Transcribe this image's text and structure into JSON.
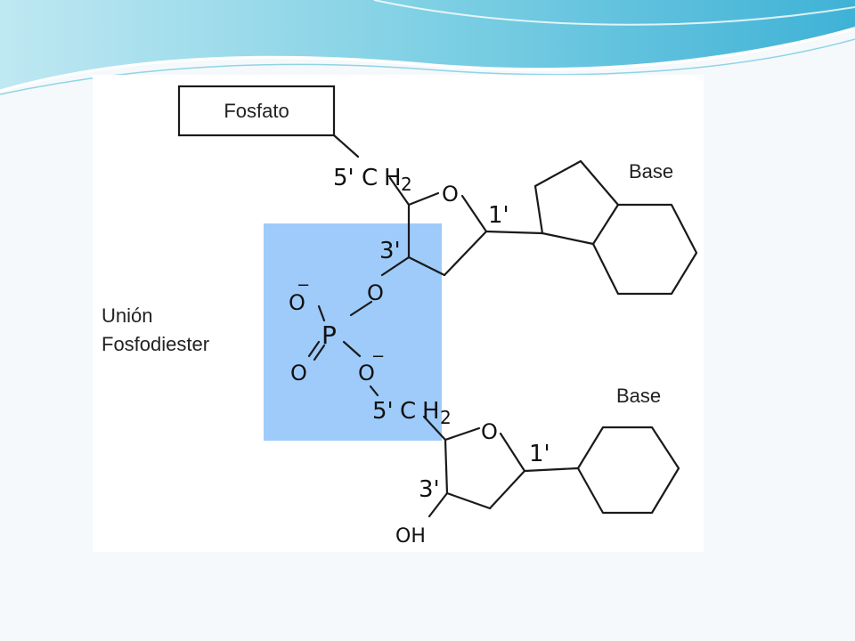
{
  "diagram": {
    "phosphate_box_label": "Fosfato",
    "bond_label_line1": "Unión",
    "bond_label_line2": "Fosfodiester",
    "upper_nucleotide": {
      "carbon5_label": "5'",
      "ch2_c": "C",
      "ch2_h": "H",
      "ch2_sub": "2",
      "ring_oxygen": "O",
      "carbon1_label": "1'",
      "carbon3_label": "3'",
      "base_label": "Base"
    },
    "phosphodiester": {
      "o_minus_top": "O",
      "o_minus_top_charge": "−",
      "o_bridge_top": "O",
      "phosphorus": "P",
      "o_double": "O",
      "o_bridge_bottom": "O",
      "o_bridge_bottom_charge": "−"
    },
    "lower_nucleotide": {
      "carbon5_label": "5'",
      "ch2_c": "C",
      "ch2_h": "H",
      "ch2_sub": "2",
      "ring_oxygen": "O",
      "carbon1_label": "1'",
      "carbon3_label": "3'",
      "hydroxyl": "OH",
      "base_label": "Base"
    },
    "colors": {
      "highlight": "#9ecbfa",
      "bond": "#1a1a1a",
      "header_wave": "#7ed0e6"
    }
  }
}
